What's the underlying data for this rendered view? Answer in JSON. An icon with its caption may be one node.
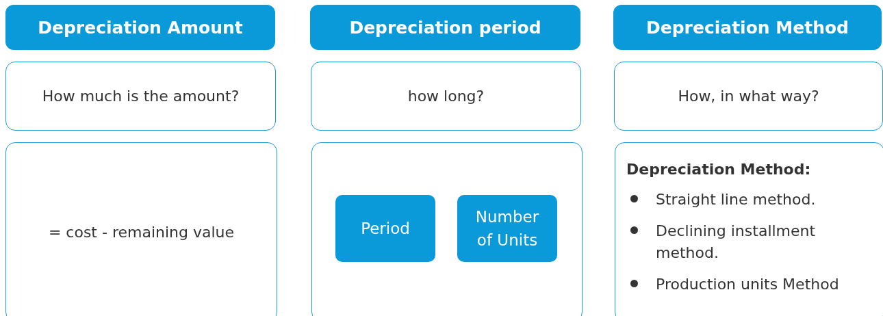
{
  "diagram": {
    "nodes": [
      {
        "text": [
          "Depreciation Amount"
        ]
      },
      {
        "text": [
          "Depreciation period"
        ]
      },
      {
        "text": [
          "Depreciation Method"
        ]
      },
      {
        "text": [
          "How much is the amount?"
        ]
      },
      {
        "text": [
          "how long?"
        ]
      },
      {
        "text": [
          "How, in what way?"
        ]
      },
      {
        "text": [
          "= cost - remaining value"
        ]
      },
      {
        "text": [],
        "shape": "box"
      },
      {
        "text": [
          "Period"
        ],
        "in": 7
      },
      {
        "text": [
          "Number of Units"
        ],
        "in": 7
      },
      {
        "text": [
          "Depreciation Method:",
          "Straight line method.",
          "Declining installment method.",
          "Production units Method"
        ]
      }
    ],
    "edges": []
  }
}
